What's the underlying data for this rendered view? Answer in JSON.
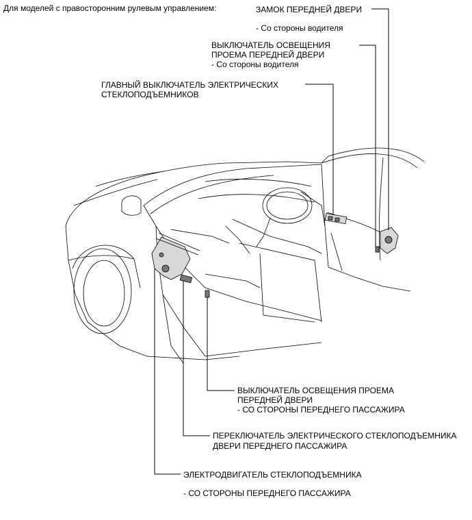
{
  "header": {
    "model_note": "Для моделей с правосторонним рулевым управлением:"
  },
  "labels": {
    "door_lock": {
      "title": "ЗАМОК ПЕРЕДНЕЙ ДВЕРИ",
      "sub": "- Со стороны водителя"
    },
    "courtesy_driver": {
      "line1": "ВЫКЛЮЧАТЕЛЬ ОСВЕЩЕНИЯ",
      "line2": "ПРОЕМА ПЕРЕДНЕЙ ДВЕРИ",
      "sub": "- Со стороны водителя"
    },
    "master_switch": {
      "line1": "ГЛАВНЫЙ ВЫКЛЮЧАТЕЛЬ ЭЛЕКТРИЧЕСКИХ",
      "line2": "СТЕКЛОПОДЪЕМНИКОВ"
    },
    "courtesy_passenger": {
      "line1": "ВЫКЛЮЧАТЕЛЬ ОСВЕЩЕНИЯ ПРОЕМА",
      "line2": "ПЕРЕДНЕЙ ДВЕРИ",
      "sub": "- СО СТОРОНЫ ПЕРЕДНЕГО ПАССАЖИРА"
    },
    "window_switch_passenger": {
      "line1": "ПЕРЕКЛЮЧАТЕЛЬ ЭЛЕКТРИЧЕСКОГО СТЕКЛОПОДЪЕМНИКА",
      "line2": "ДВЕРИ ПЕРЕДНЕГО ПАССАЖИРА"
    },
    "window_motor": {
      "title": "ЭЛЕКТРОДВИГАТЕЛЬ СТЕКЛОПОДЪЕМНИКА",
      "sub": "- СО СТОРОНЫ ПЕРЕДНЕГО ПАССАЖИРА"
    }
  }
}
